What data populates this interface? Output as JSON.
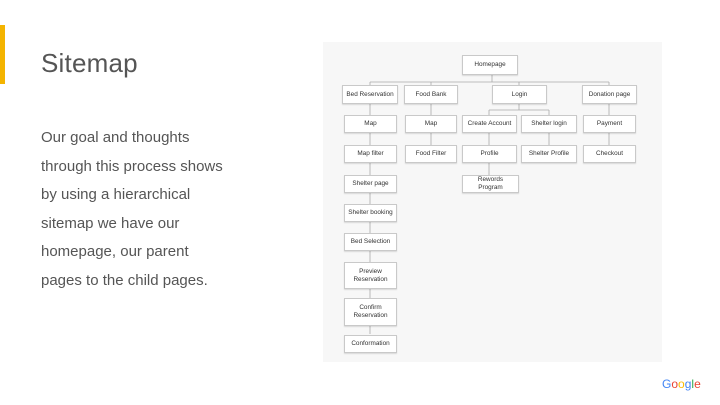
{
  "slide": {
    "title": "Sitemap",
    "body_lines": [
      "Our goal and thoughts",
      "through this process shows",
      "by using a hierarchical",
      "sitemap we have our",
      "homepage, our parent",
      "pages to the child pages."
    ],
    "accent_color": "#f4b400"
  },
  "sitemap": {
    "root": "Homepage",
    "parents": {
      "bed_reservation": "Bed Reservation",
      "food_bank": "Food Bank",
      "login": "Login",
      "donation_page": "Donation page"
    },
    "bed_reservation_children": {
      "map": "Map",
      "map_filter": "Map filter",
      "shelter_page": "Shelter page",
      "shelter_booking": "Shelter booking",
      "bed_selection": "Bed Selection",
      "preview_reservation_1": "Preview",
      "preview_reservation_2": "Reservation",
      "confirm_reservation_1": "Confirm",
      "confirm_reservation_2": "Reservation",
      "conformation": "Conformation"
    },
    "food_bank_children": {
      "map": "Map",
      "food_filter": "Food Filter"
    },
    "login_children": {
      "create_account": "Create Account",
      "shelter_login": "Shelter login",
      "profile": "Profile",
      "shelter_profile": "Shelter Profile",
      "rewards_program": "Rewords Program"
    },
    "donation_children": {
      "payment": "Payment",
      "checkout": "Checkout"
    }
  },
  "branding": {
    "logo_letters": [
      "G",
      "o",
      "o",
      "g",
      "l",
      "e"
    ],
    "logo_colors": [
      "#4285f4",
      "#ea4335",
      "#fbbc05",
      "#4285f4",
      "#34a853",
      "#ea4335"
    ]
  }
}
